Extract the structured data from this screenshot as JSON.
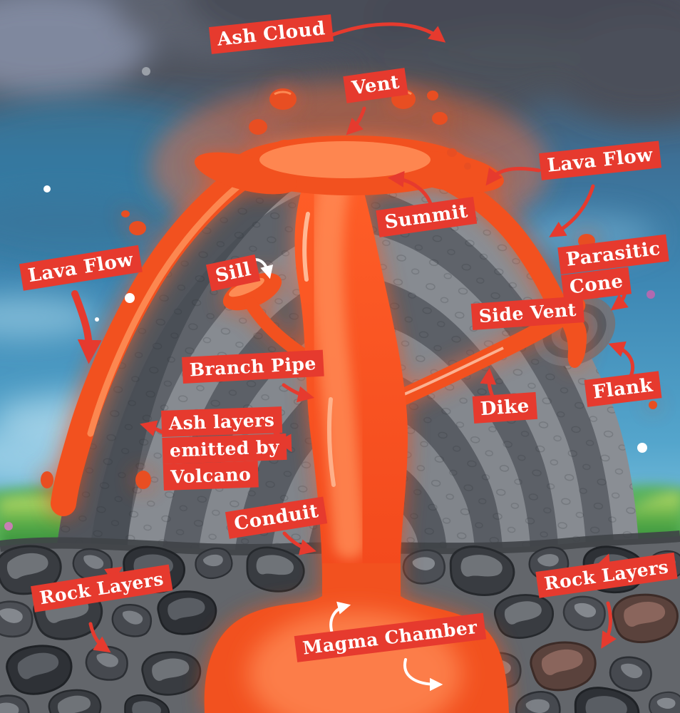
{
  "diagram": {
    "type": "volcano-cross-section",
    "labels": {
      "ash_cloud": "Ash Cloud",
      "vent": "Vent",
      "lava_flow_right": "Lava Flow",
      "summit": "Summit",
      "parasitic_cone": "Parasitic\nCone",
      "sill": "Sill",
      "side_vent": "Side Vent",
      "lava_flow_left": "Lava Flow",
      "branch_pipe": "Branch Pipe",
      "ash_layers": "Ash layers\nemitted by\nVolcano",
      "dike": "Dike",
      "flank": "Flank",
      "conduit": "Conduit",
      "rock_layers_left": "Rock Layers",
      "magma_chamber": "Magma Chamber",
      "rock_layers_right": "Rock Layers"
    },
    "colors": {
      "label_bg": "#e63a2e",
      "label_text": "#ffffff",
      "arrow": "#e63a2e",
      "arrow_alt": "#ffffff",
      "lava": "#f2511f",
      "lava_highlight": "#ff8c55",
      "sky": "#3e85b2",
      "ash_cloud_gray": "#4b4f59",
      "rock_ground": "#63666b",
      "stone_dark": "#34373c",
      "volcano_light": "#85898f",
      "volcano_dark": "#565a60",
      "grass": "#58b14c"
    }
  }
}
